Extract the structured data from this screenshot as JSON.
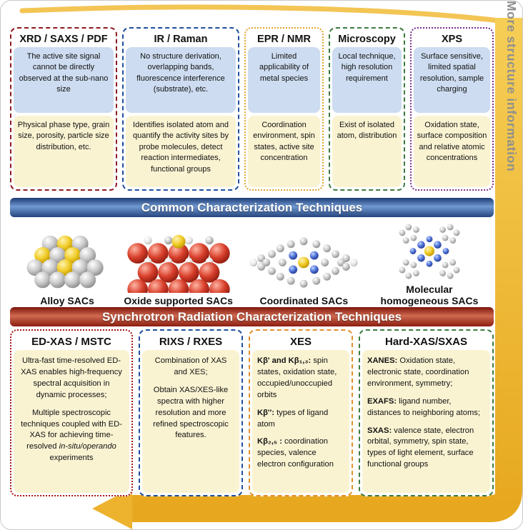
{
  "side_label": "More structure information",
  "banners": {
    "common": "Common Characterization Techniques",
    "synchrotron": "Synchrotron Radiation Characterization Techniques"
  },
  "top_row": [
    {
      "title": "XRD / SAXS / PDF",
      "limitation": "The active site signal cannot be directly observed at the sub-nano size",
      "capability": "Physical phase type, grain size, porosity, particle size distribution, etc."
    },
    {
      "title": "IR / Raman",
      "limitation": "No structure derivation, overlapping bands, fluorescence interference (substrate), etc.",
      "capability": "Identifies isolated atom and quantify the activity sites by probe molecules, detect reaction intermediates, functional groups"
    },
    {
      "title": "EPR / NMR",
      "limitation": "Limited applicability of metal species",
      "capability": "Coordination environment, spin states, active site concentration"
    },
    {
      "title": "Microscopy",
      "limitation": "Local technique, high resolution requirement",
      "capability": "Exist of isolated atom, distribution"
    },
    {
      "title": "XPS",
      "limitation": "Surface sensitive, limited spatial resolution, sample charging",
      "capability": "Oxidation state, surface composition and relative atomic concentrations"
    }
  ],
  "molecules": [
    {
      "label": "Alloy SACs"
    },
    {
      "label": "Oxide supported SACs"
    },
    {
      "label": "Coordinated SACs"
    },
    {
      "label": "Molecular homogeneous SACs"
    }
  ],
  "bottom_row": {
    "ed_xas": {
      "title": "ED-XAS / MSTC",
      "p1": "Ultra-fast time-resolved ED-XAS enables high-frequency spectral acquisition in dynamic processes;",
      "p2_pre": "Multiple spectroscopic techniques coupled with ED-XAS for achieving time-resolved ",
      "p2_italic": "in-situ/operando",
      "p2_post": " experiments"
    },
    "rixs": {
      "title": "RIXS / RXES",
      "p1": "Combination of XAS and XES;",
      "p2": "Obtain XAS/XES-like spectra with higher resolution and more refined spectroscopic features."
    },
    "xes": {
      "title": "XES",
      "items": [
        {
          "term": "Kβ' and Kβ₁,₃:",
          "desc": " spin states, oxidation state, occupied/unoccupied orbits"
        },
        {
          "term": "Kβ'':",
          "desc": " types of ligand atom"
        },
        {
          "term": "Kβ₂,₅ :",
          "desc": " coordination species, valence electron configuration"
        }
      ]
    },
    "hard_xas": {
      "title": "Hard-XAS/SXAS",
      "items": [
        {
          "term": "XANES:",
          "desc": " Oxidation state, electronic state, coordination environment, symmetry;"
        },
        {
          "term": "EXAFS:",
          "desc": " ligand number, distances to neighboring atoms;"
        },
        {
          "term": "SXAS:",
          "desc": " valence state, electron orbital, symmetry, spin state, types of light element, surface functional groups"
        }
      ]
    }
  },
  "colors": {
    "top_borders": [
      "#8b1b20",
      "#1f4f9c",
      "#e2a52e",
      "#3c7a3f",
      "#7c2f8f"
    ],
    "bottom_borders": [
      "#a31313",
      "#1f4f9c",
      "#e2902a",
      "#3c7a3f"
    ],
    "limitation_bg": "#cddcf0",
    "capability_bg": "#faf3d2",
    "banner_blue": "#2a4c8c",
    "banner_red": "#8c1d10",
    "arrow_yellow": "#f0ba38",
    "side_label_gray": "#8f8f8f"
  }
}
